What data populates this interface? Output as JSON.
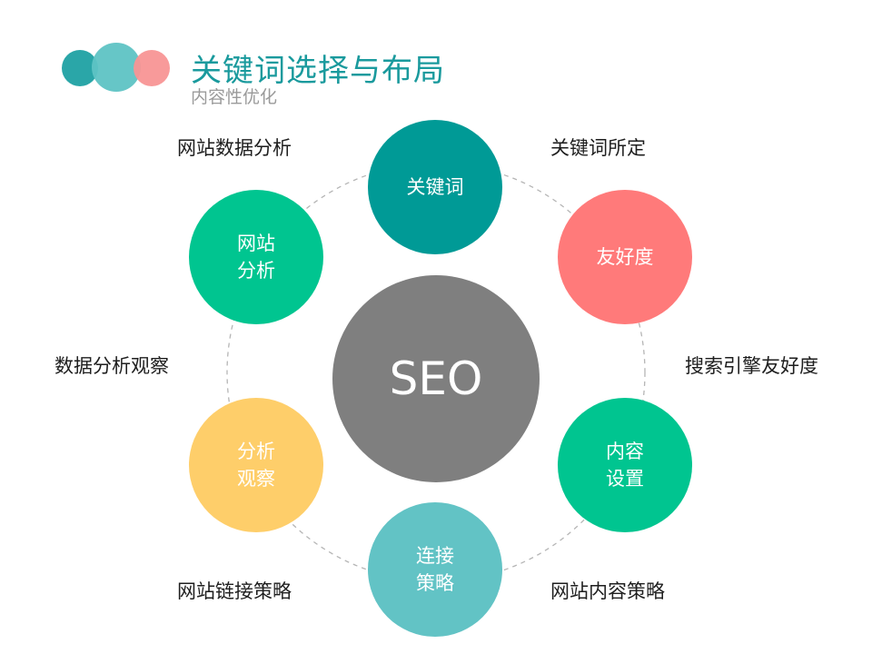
{
  "header": {
    "title": "关键词选择与布局",
    "subtitle": "内容性优化"
  },
  "diagram": {
    "center": {
      "label": "SEO",
      "color": "#7f7f7f"
    },
    "nodes": [
      {
        "id": "keyword",
        "label": "关键词",
        "color": "#009a96"
      },
      {
        "id": "friendliness",
        "label": "友好度",
        "color": "#ff7a7a"
      },
      {
        "id": "content-setting",
        "label": "内容\n设置",
        "color": "#00c590"
      },
      {
        "id": "link-strategy",
        "label": "连接\n策略",
        "color": "#62c3c5"
      },
      {
        "id": "analysis-observe",
        "label": "分析\n观察",
        "color": "#fece6a"
      },
      {
        "id": "site-analysis",
        "label": "网站\n分析",
        "color": "#00c590"
      }
    ],
    "captions": [
      {
        "id": "keyword-set",
        "text": "关键词所定"
      },
      {
        "id": "search-engine-friendly",
        "text": "搜索引擎友好度"
      },
      {
        "id": "site-content-strategy",
        "text": "网站内容策略"
      },
      {
        "id": "site-link-strategy",
        "text": "网站链接策略"
      },
      {
        "id": "data-analysis-observe",
        "text": "数据分析观察"
      },
      {
        "id": "site-data-analysis",
        "text": "网站数据分析"
      }
    ],
    "ring_color": "#b5b5b5"
  }
}
